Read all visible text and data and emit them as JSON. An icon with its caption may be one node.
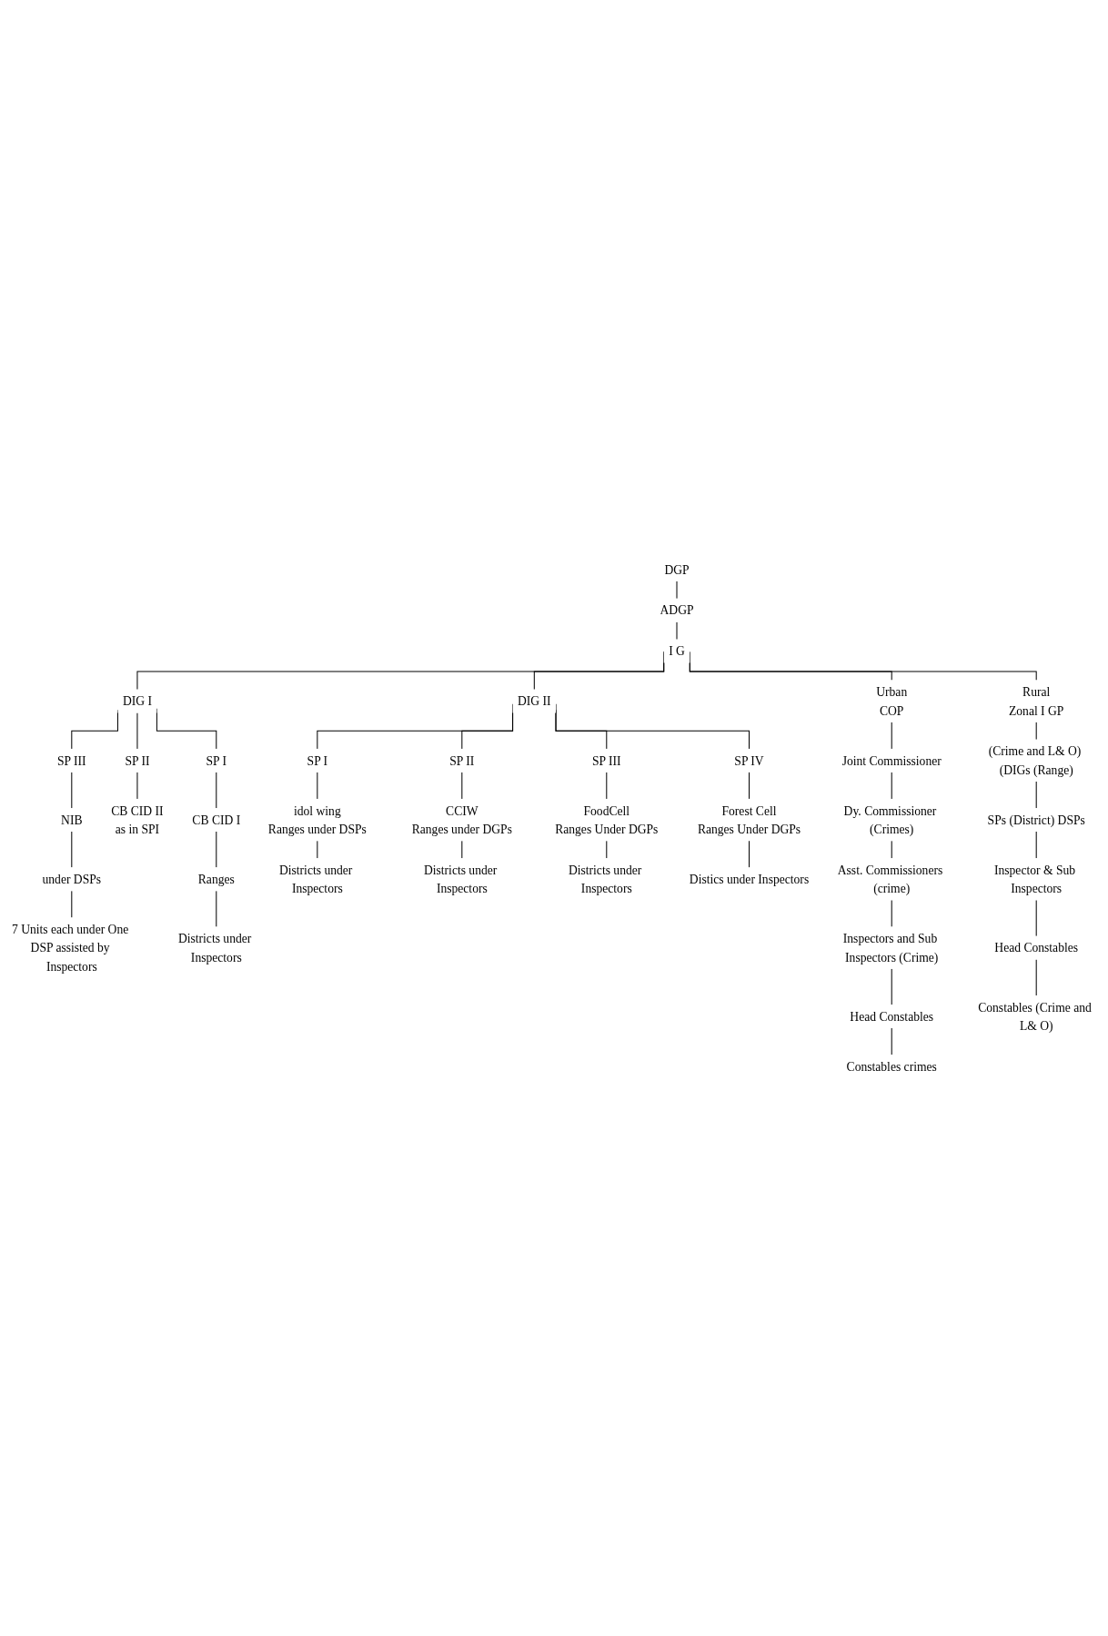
{
  "diagram": {
    "nodes": [
      {
        "text": [
          "DGP"
        ]
      },
      {
        "text": [
          "ADGP"
        ]
      },
      {
        "text": [
          "I G"
        ]
      },
      {
        "text": [
          "DIG I"
        ]
      },
      {
        "text": [
          "DIG II"
        ]
      },
      {
        "text": [
          "SP I"
        ]
      },
      {
        "text": [
          "SP II"
        ]
      },
      {
        "text": [
          "SP III"
        ]
      },
      {
        "text": [
          "SP I"
        ]
      },
      {
        "text": [
          "SP II"
        ]
      },
      {
        "text": [
          "SP III"
        ]
      },
      {
        "text": [
          "SP IV"
        ]
      },
      {
        "text": [
          "CB CID I"
        ]
      },
      {
        "text": [
          "CB CID II",
          "as in SPI"
        ]
      },
      {
        "text": [
          "NIB"
        ]
      },
      {
        "text": [
          "idol wing",
          "Ranges under DSPs"
        ]
      },
      {
        "text": [
          "CCIW",
          "Ranges under DGPs"
        ]
      },
      {
        "text": [
          "FoodCell",
          "Ranges Under DGPs"
        ]
      },
      {
        "text": [
          "Forest Cell",
          "Ranges Under DGPs"
        ]
      },
      {
        "text": [
          "Ranges"
        ]
      },
      {
        "text": [
          "under DSPs"
        ]
      },
      {
        "text": [
          "7 Units each under One DSP assisted by Inspectors"
        ]
      },
      {
        "text": [
          "Districts under Inspectors"
        ]
      },
      {
        "text": [
          "Districts under Inspectors"
        ]
      },
      {
        "text": [
          "Districts under Inspectors"
        ]
      },
      {
        "text": [
          "Distics under Inspectors"
        ]
      },
      {
        "text": [
          "Districts under Inspectors"
        ]
      },
      {
        "text": [
          "Urban",
          "COP"
        ]
      },
      {
        "text": [
          "Rural",
          "Zonal I GP"
        ]
      },
      {
        "text": [
          "Joint Commissioner"
        ]
      },
      {
        "text": [
          "Dy. Commissioner (Crimes)"
        ]
      },
      {
        "text": [
          "(Crime and L& O) (DIGs (Range)"
        ]
      },
      {
        "text": [
          "Asst. Commissioners (crime)"
        ]
      },
      {
        "text": [
          "SPs (District) DSPs"
        ]
      },
      {
        "text": [
          "Inspectors and Sub Inspectors (Crime)"
        ]
      },
      {
        "text": [
          "Inspector & Sub Inspectors"
        ]
      },
      {
        "text": [
          "Head Constables"
        ]
      },
      {
        "text": [
          "Head Constables"
        ]
      },
      {
        "text": [
          "Constables crimes"
        ]
      },
      {
        "text": [
          "Constables (Crime and L& O)"
        ]
      }
    ],
    "edges": [
      {
        "from": 0,
        "to": 1,
        "arrow": "none"
      },
      {
        "from": 1,
        "to": 2,
        "arrow": "none"
      },
      {
        "from": 2,
        "to": 3,
        "arrow": "none"
      },
      {
        "from": 2,
        "to": 4,
        "arrow": "none"
      },
      {
        "from": 2,
        "to": 27,
        "arrow": "none"
      },
      {
        "from": 2,
        "to": 28,
        "arrow": "none"
      },
      {
        "from": 3,
        "to": 5,
        "arrow": "none"
      },
      {
        "from": 3,
        "to": 6,
        "arrow": "none"
      },
      {
        "from": 3,
        "to": 7,
        "arrow": "none"
      },
      {
        "from": 4,
        "to": 8,
        "arrow": "none"
      },
      {
        "from": 4,
        "to": 9,
        "arrow": "none"
      },
      {
        "from": 4,
        "to": 10,
        "arrow": "none"
      },
      {
        "from": 4,
        "to": 11,
        "arrow": "none"
      },
      {
        "from": 5,
        "to": 12,
        "arrow": "none"
      },
      {
        "from": 6,
        "to": 13,
        "arrow": "none"
      },
      {
        "from": 7,
        "to": 14,
        "arrow": "none"
      },
      {
        "from": 8,
        "to": 15,
        "arrow": "none"
      },
      {
        "from": 9,
        "to": 16,
        "arrow": "none"
      },
      {
        "from": 10,
        "to": 17,
        "arrow": "none"
      },
      {
        "from": 11,
        "to": 18,
        "arrow": "none"
      },
      {
        "from": 12,
        "to": 19,
        "arrow": "none"
      },
      {
        "from": 19,
        "to": 26,
        "arrow": "none"
      },
      {
        "from": 14,
        "to": 20,
        "arrow": "none"
      },
      {
        "from": 20,
        "to": 21,
        "arrow": "none"
      },
      {
        "from": 15,
        "to": 22,
        "arrow": "none"
      },
      {
        "from": 16,
        "to": 23,
        "arrow": "none"
      },
      {
        "from": 17,
        "to": 24,
        "arrow": "none"
      },
      {
        "from": 18,
        "to": 25,
        "arrow": "none"
      },
      {
        "from": 27,
        "to": 29,
        "arrow": "none"
      },
      {
        "from": 29,
        "to": 30,
        "arrow": "none"
      },
      {
        "from": 30,
        "to": 32,
        "arrow": "none"
      },
      {
        "from": 32,
        "to": 34,
        "arrow": "none"
      },
      {
        "from": 34,
        "to": 36,
        "arrow": "none"
      },
      {
        "from": 36,
        "to": 38,
        "arrow": "none"
      },
      {
        "from": 28,
        "to": 31,
        "arrow": "none"
      },
      {
        "from": 31,
        "to": 33,
        "arrow": "none"
      },
      {
        "from": 33,
        "to": 35,
        "arrow": "none"
      },
      {
        "from": 35,
        "to": 37,
        "arrow": "none"
      },
      {
        "from": 37,
        "to": 39,
        "arrow": "none"
      }
    ]
  }
}
